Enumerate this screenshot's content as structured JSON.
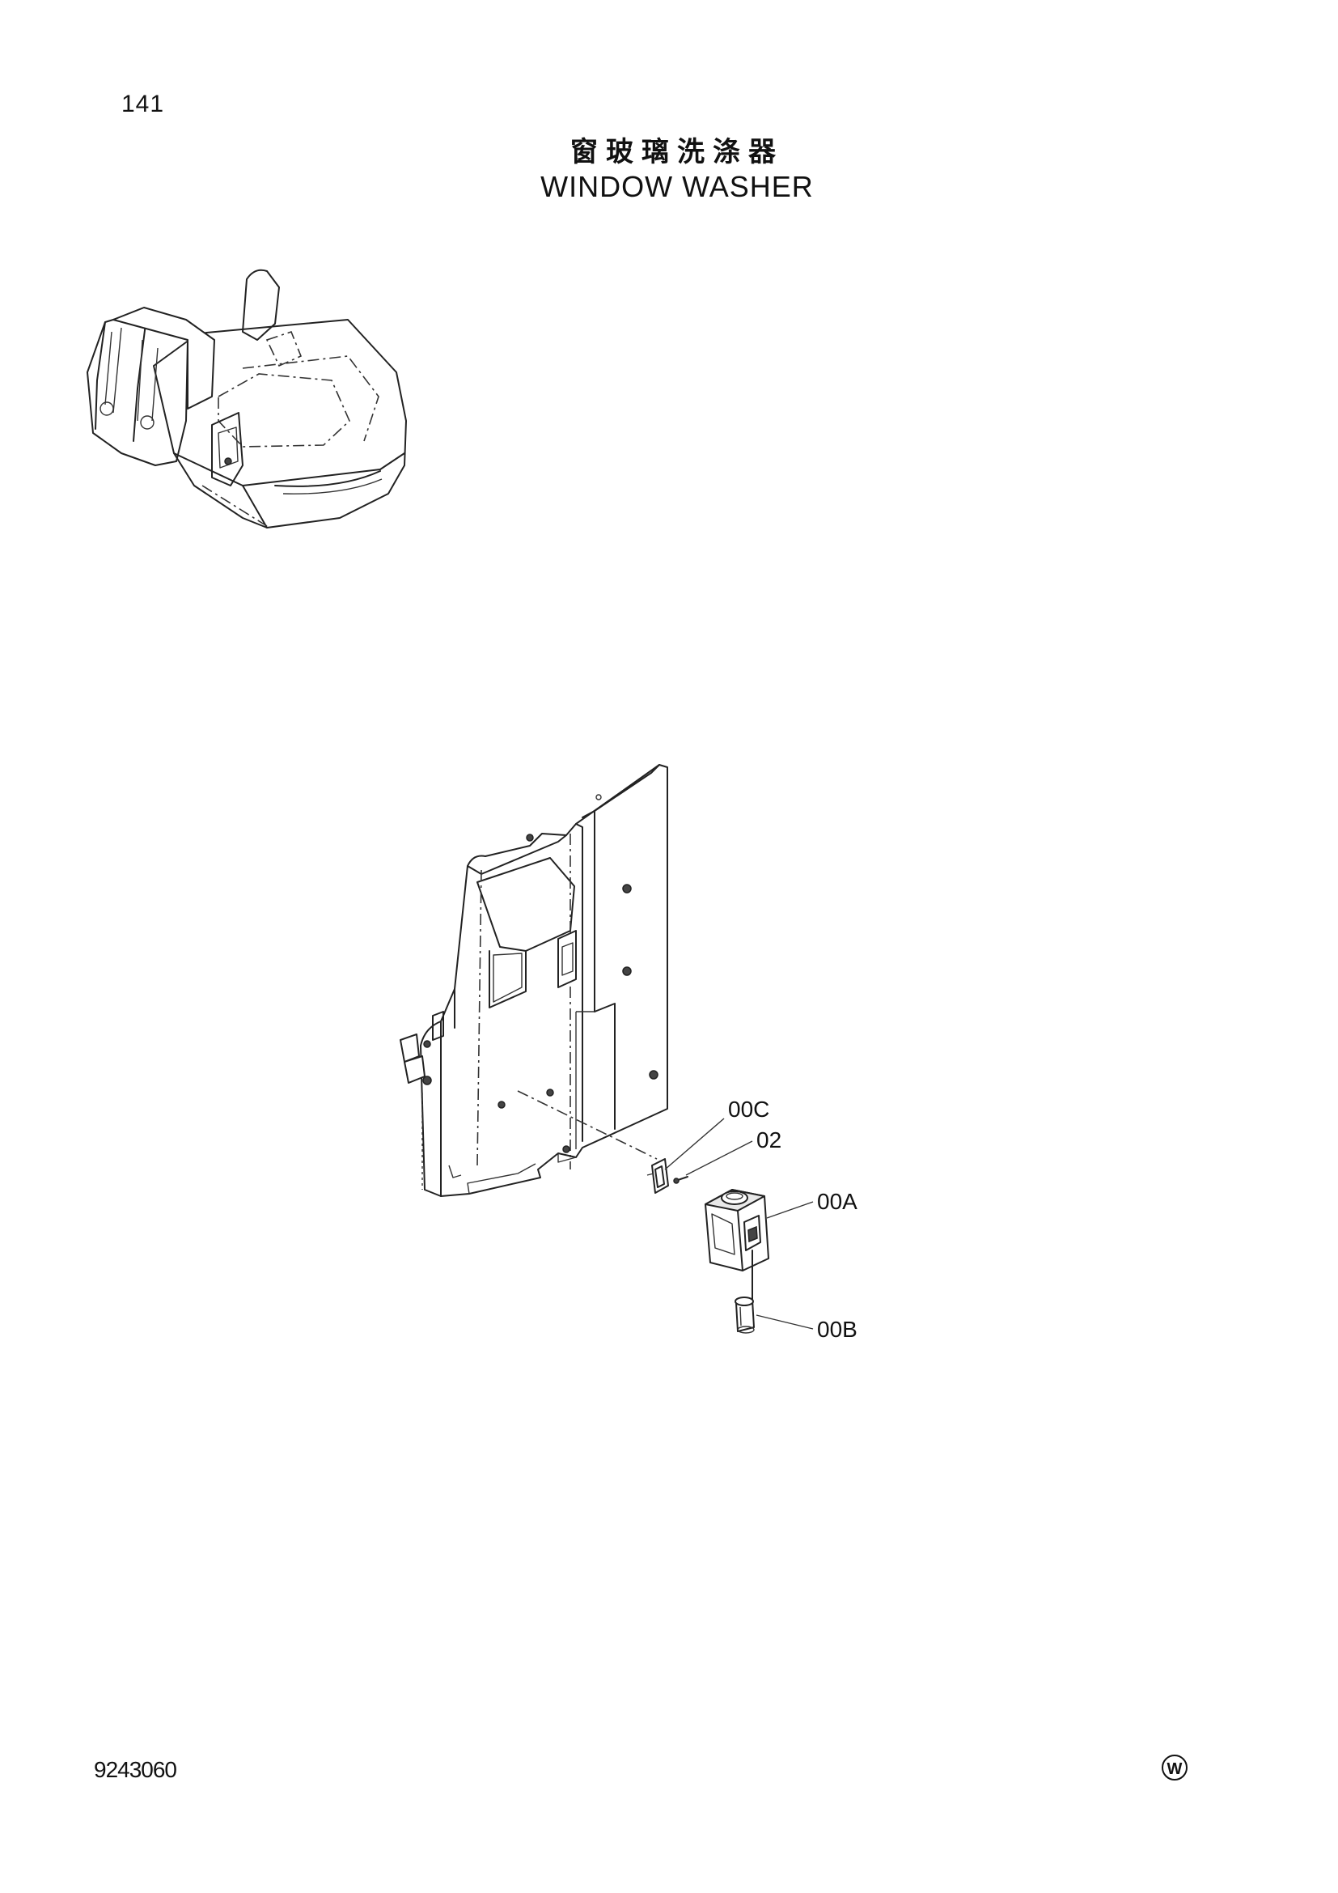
{
  "page": {
    "number": "141",
    "title_cn": "窗玻璃洗涤器",
    "title_en": "WINDOW WASHER",
    "doc_number": "9243060",
    "mark": "W"
  },
  "callouts": [
    {
      "id": "00C",
      "label": "00C"
    },
    {
      "id": "02",
      "label": "02"
    },
    {
      "id": "00A",
      "label": "00A"
    },
    {
      "id": "00B",
      "label": "00B"
    }
  ]
}
